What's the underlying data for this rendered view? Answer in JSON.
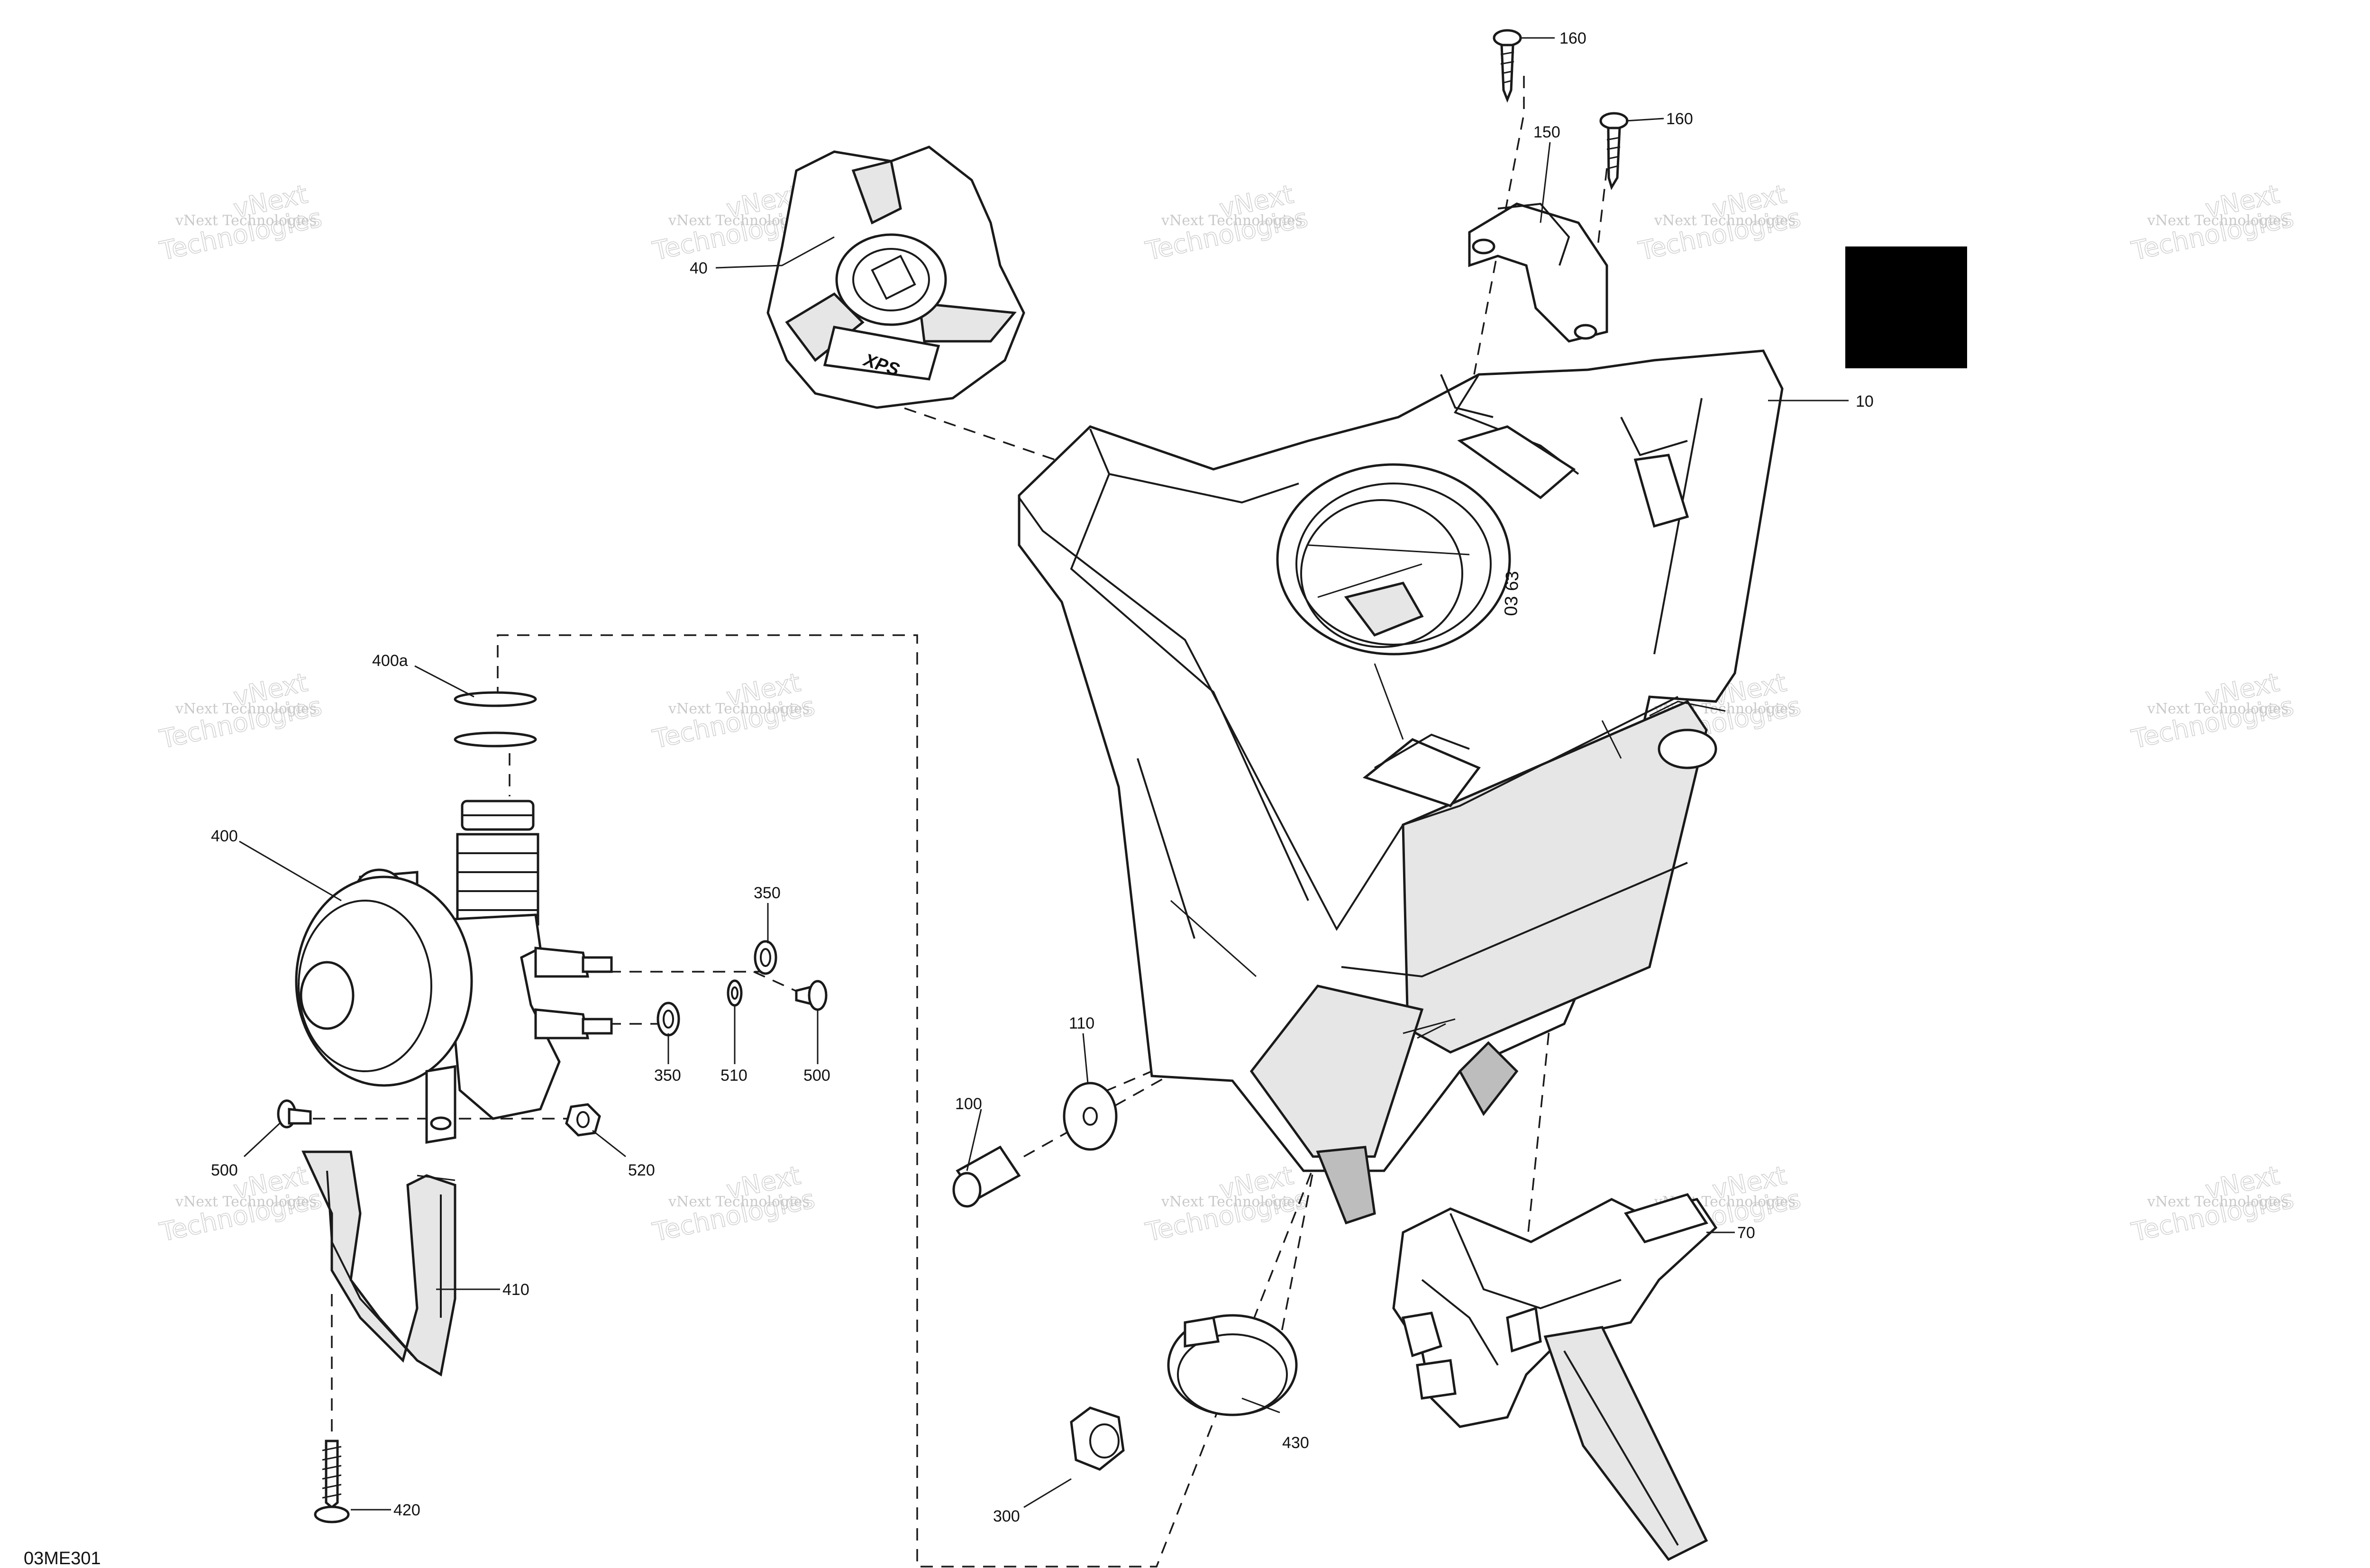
{
  "drawing_ref": "03ME301",
  "watermark": {
    "line1": "vNext Technologies",
    "line2": "vNext",
    "line3": "Technologies"
  },
  "callouts": {
    "c10": "10",
    "c40": "40",
    "c70": "70",
    "c100": "100",
    "c110": "110",
    "c150": "150",
    "c160a": "160",
    "c160b": "160",
    "c300": "300",
    "c350a": "350",
    "c350b": "350",
    "c400": "400",
    "c400a": "400a",
    "c410": "410",
    "c420": "420",
    "c430": "430",
    "c500a": "500",
    "c500b": "500",
    "c510": "510",
    "c520": "520"
  },
  "cap_logo": "XPS",
  "tank_text": "03 63",
  "colors": {
    "line": "#1a1a1a",
    "shade": "#e6e6e6",
    "block": "#000000"
  }
}
